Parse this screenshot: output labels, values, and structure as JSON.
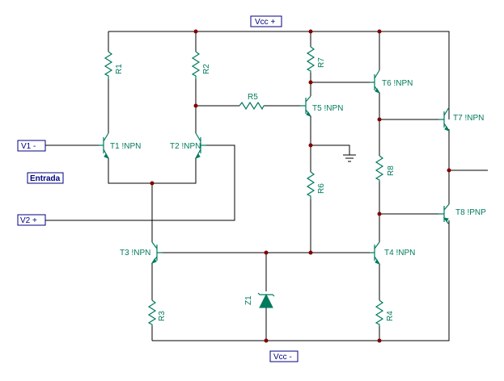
{
  "ports": {
    "vcc_plus": "Vcc +",
    "vcc_minus": "Vcc -",
    "v1_minus": "V1 -",
    "v2_plus": "V2 +",
    "entrada": "Entrada"
  },
  "components": {
    "r1": "R1",
    "r2": "R2",
    "r3": "R3",
    "r4": "R4",
    "r5": "R5",
    "r6": "R6",
    "r7": "R7",
    "r8": "R8",
    "t1": "T1 !NPN",
    "t2": "T2 !NPN",
    "t3": "T3 !NPN",
    "t4": "T4 !NPN",
    "t5": "T5 !NPN",
    "t6": "T6 !NPN",
    "t7": "T7 !NPN",
    "t8": "T8 !PNP",
    "z1": "Z1"
  },
  "colors": {
    "wire": "#000000",
    "component": "#007a5e",
    "junction": "#800000",
    "port": "#000080"
  }
}
